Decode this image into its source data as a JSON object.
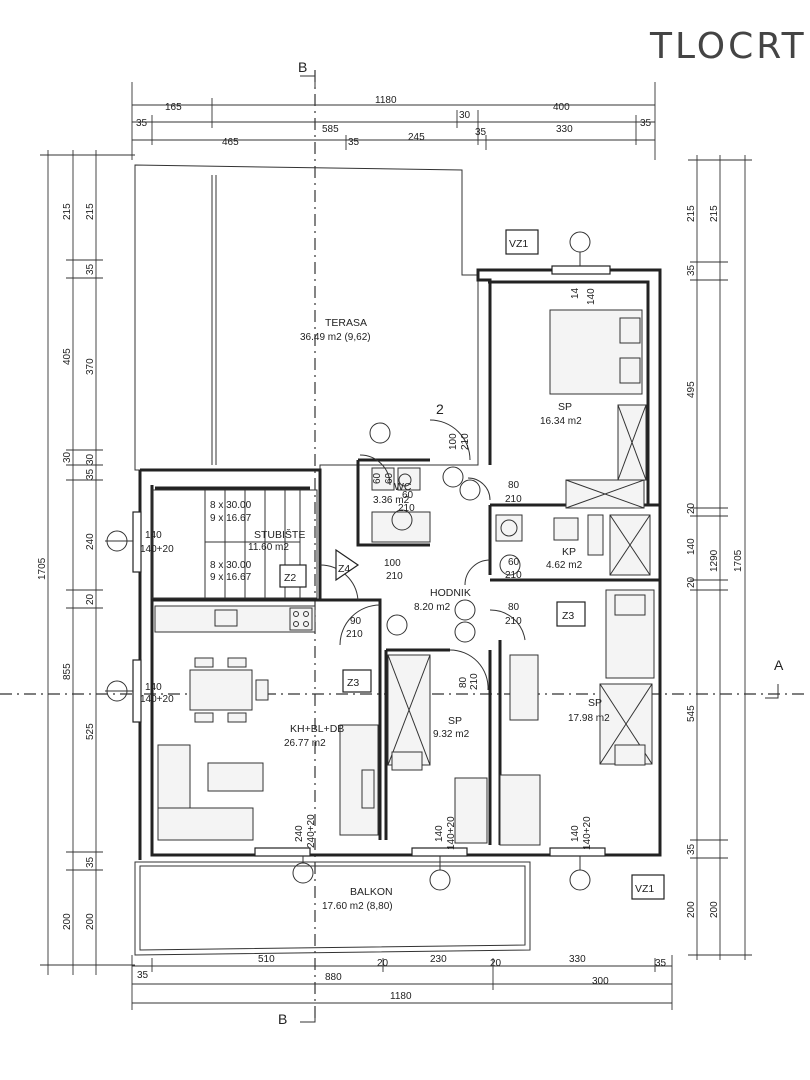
{
  "title": "TLOCRT",
  "sections": {
    "b_top": "B",
    "b_bottom": "B",
    "a_right": "A"
  },
  "dims_top": {
    "r1": [
      "165",
      "1180",
      "400"
    ],
    "r2": [
      "35",
      "30",
      "35"
    ],
    "r3": [
      "465",
      "585",
      "35",
      "245",
      "35",
      "330"
    ]
  },
  "dims_bottom": {
    "r1": [
      "35",
      "510",
      "20",
      "230",
      "20",
      "330",
      "35"
    ],
    "r2": [
      "880",
      "300"
    ],
    "r3": [
      "1180"
    ]
  },
  "dims_left": [
    "215",
    "215",
    "35",
    "405",
    "370",
    "30",
    "35",
    "30",
    "240",
    "20",
    "1705",
    "855",
    "525",
    "35",
    "200",
    "200"
  ],
  "dims_right": [
    "215",
    "215",
    "35",
    "495",
    "20",
    "140",
    "20",
    "1290",
    "1705",
    "545",
    "35",
    "200",
    "200"
  ],
  "rooms": {
    "terasa": {
      "name": "TERASA",
      "area": "36.49 m2 (9,62)"
    },
    "sp1": {
      "name": "SP",
      "area": "16.34 m2"
    },
    "wc": {
      "name": "WC",
      "area": "3.36 m2"
    },
    "stubiste": {
      "name": "STUBIŠTE",
      "area": "11.60 m2"
    },
    "kp": {
      "name": "KP",
      "area": "4.62 m2"
    },
    "hodnik": {
      "name": "HODNIK",
      "area": "8.20 m2"
    },
    "kh": {
      "name": "KH+BL+DB",
      "area": "26.77 m2"
    },
    "sp2": {
      "name": "SP",
      "area": "9.32 m2"
    },
    "sp3": {
      "name": "SP",
      "area": "17.98 m2"
    },
    "balkon": {
      "name": "BALKON",
      "area": "17.60 m2 (8,80)"
    }
  },
  "stairs": [
    "8 x 30.00",
    "9 x 16.67",
    "8 x 30.00",
    "9 x 16.67"
  ],
  "tags": {
    "vz1_top": "VZ1",
    "vz1_bottom": "VZ1",
    "z3_right": "Z3",
    "z3_left": "Z3",
    "z2": "Z2",
    "z4": "Z4",
    "pen": "2"
  },
  "openings": {
    "win_sp1": [
      "14",
      "140"
    ],
    "door_sp1": [
      "100",
      "210"
    ],
    "door_wc_a": [
      "60",
      "210"
    ],
    "wc_inner": [
      "60",
      "60"
    ],
    "door_hall_top": [
      "80",
      "210"
    ],
    "door_kp": [
      "60",
      "210"
    ],
    "door_stair": [
      "100",
      "210"
    ],
    "door_sp3": [
      "80",
      "210"
    ],
    "door_kh": [
      "90",
      "210"
    ],
    "door_sp2": [
      "80",
      "210"
    ],
    "win_stair": [
      "140",
      "140+20"
    ],
    "win_kh": [
      "140",
      "140+20"
    ],
    "win_kh_bottom": [
      "240",
      "240+20"
    ],
    "win_sp2": [
      "140",
      "140+20"
    ],
    "win_sp3": [
      "140",
      "140+20"
    ]
  }
}
